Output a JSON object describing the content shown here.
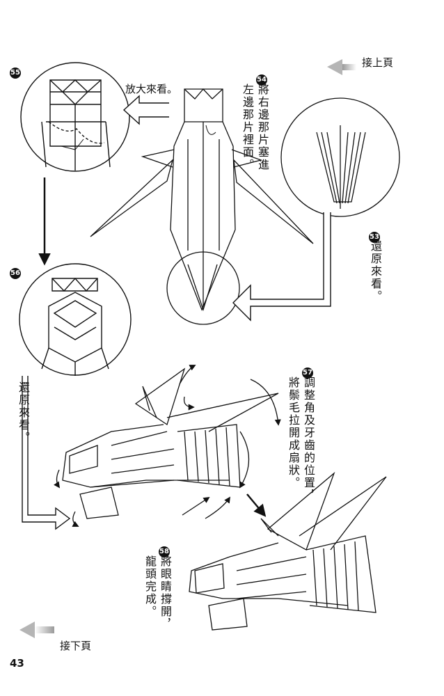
{
  "nav": {
    "prev_label": "接上頁",
    "next_label": "接下頁"
  },
  "steps": [
    {
      "number": "55",
      "text": ""
    },
    {
      "number": "54",
      "lines": [
        "將右邊那片塞進",
        "左邊那片裡面。"
      ]
    },
    {
      "number": "53",
      "lines": [
        "還原來看。"
      ]
    },
    {
      "number": "56",
      "lines": []
    },
    {
      "number": "57",
      "lines": [
        "調整角及牙齒的位置，",
        "將鬃毛拉開成扇狀。"
      ]
    },
    {
      "number": "58",
      "lines": [
        "將眼睛撐開，",
        "龍頭完成。"
      ]
    }
  ],
  "zoom_label": "放大來看。",
  "restore_label": "還原來看。",
  "page_number": "43"
}
